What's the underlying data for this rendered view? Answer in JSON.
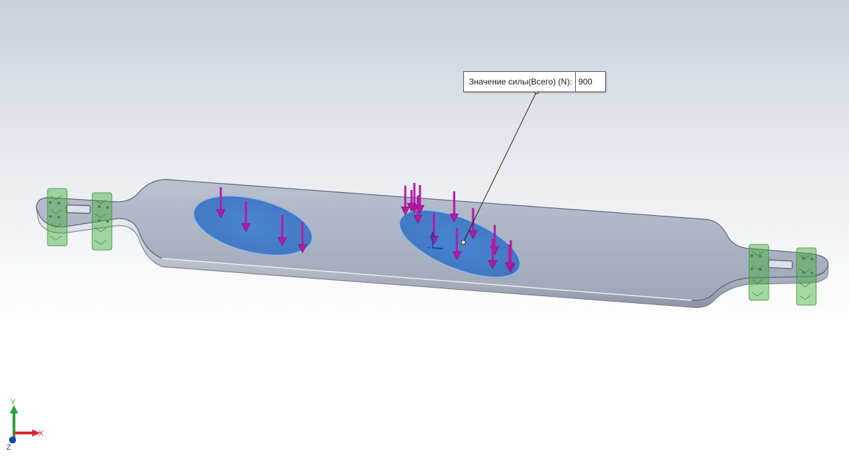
{
  "callout": {
    "label": "Значение силы(Всего) (N):",
    "value": "900"
  },
  "triad": {
    "x_label": "X",
    "y_label": "Y",
    "z_label": "Z"
  },
  "colors": {
    "board": "#a9b1c1",
    "board_edge": "#7c8497",
    "selected_face": "#3b7bcf",
    "force_arrow": "#b31aa6",
    "fixture": "#3fae3a",
    "axis_x": "#d9262c",
    "axis_y": "#2fa03a",
    "axis_z": "#1f3fb5"
  },
  "icons": {
    "force_arrow": "down-arrow-icon",
    "fixture": "fixed-geometry-icon",
    "origin": "origin-marker-icon"
  }
}
